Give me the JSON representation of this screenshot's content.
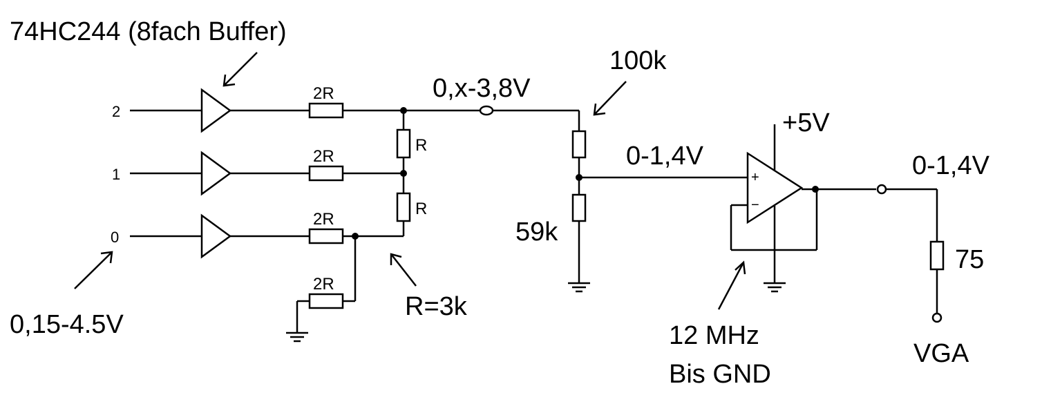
{
  "labels": {
    "title": "74HC244 (8fach Buffer)",
    "input_range": "0,15-4.5V",
    "ladder_note": "R=3k",
    "ladder_output": "0,x-3,8V",
    "r_top": "100k",
    "r_bottom": "59k",
    "divider_output": "0-1,4V",
    "supply": "+5V",
    "output_level": "0-1,4V",
    "termination": "75",
    "connector": "VGA",
    "opamp_note_line1": "12 MHz",
    "opamp_note_line2": "Bis GND"
  },
  "inputs": {
    "bit2": "2",
    "bit1": "1",
    "bit0": "0"
  },
  "resistors": {
    "series2": "2R",
    "series1": "2R",
    "series0": "2R",
    "termination": "2R",
    "ladder_upper": "R",
    "ladder_lower": "R"
  },
  "opamp": {
    "plus": "+",
    "minus": "−"
  }
}
